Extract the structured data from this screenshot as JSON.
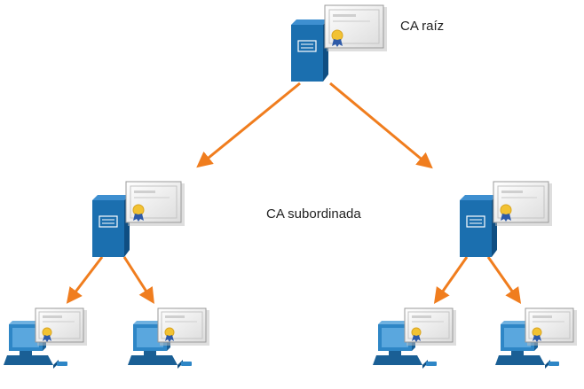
{
  "labels": {
    "root_ca": "CA raíz",
    "subordinate_ca": "CA subordinada"
  },
  "colors": {
    "arrow": "#F07D1E",
    "server_front": "#1B6FAF",
    "server_side": "#0F4E82",
    "server_top": "#3E8FD0",
    "monitor_screen": "#2E86C6",
    "pc_body": "#1A5F95",
    "certificate_seal": "#F2C233",
    "certificate_ribbon": "#2E5AA8"
  },
  "nodes": [
    {
      "id": "root-ca",
      "kind": "server",
      "certificate": true
    },
    {
      "id": "subordinate-ca-left",
      "kind": "server",
      "certificate": true
    },
    {
      "id": "subordinate-ca-right",
      "kind": "server",
      "certificate": true
    },
    {
      "id": "client-1",
      "kind": "pc",
      "certificate": true
    },
    {
      "id": "client-2",
      "kind": "pc",
      "certificate": true
    },
    {
      "id": "client-3",
      "kind": "pc",
      "certificate": true
    },
    {
      "id": "client-4",
      "kind": "pc",
      "certificate": true
    }
  ],
  "edges": [
    {
      "from": "root-ca",
      "to": "subordinate-ca-left"
    },
    {
      "from": "root-ca",
      "to": "subordinate-ca-right"
    },
    {
      "from": "subordinate-ca-left",
      "to": "client-1"
    },
    {
      "from": "subordinate-ca-left",
      "to": "client-2"
    },
    {
      "from": "subordinate-ca-right",
      "to": "client-3"
    },
    {
      "from": "subordinate-ca-right",
      "to": "client-4"
    }
  ]
}
